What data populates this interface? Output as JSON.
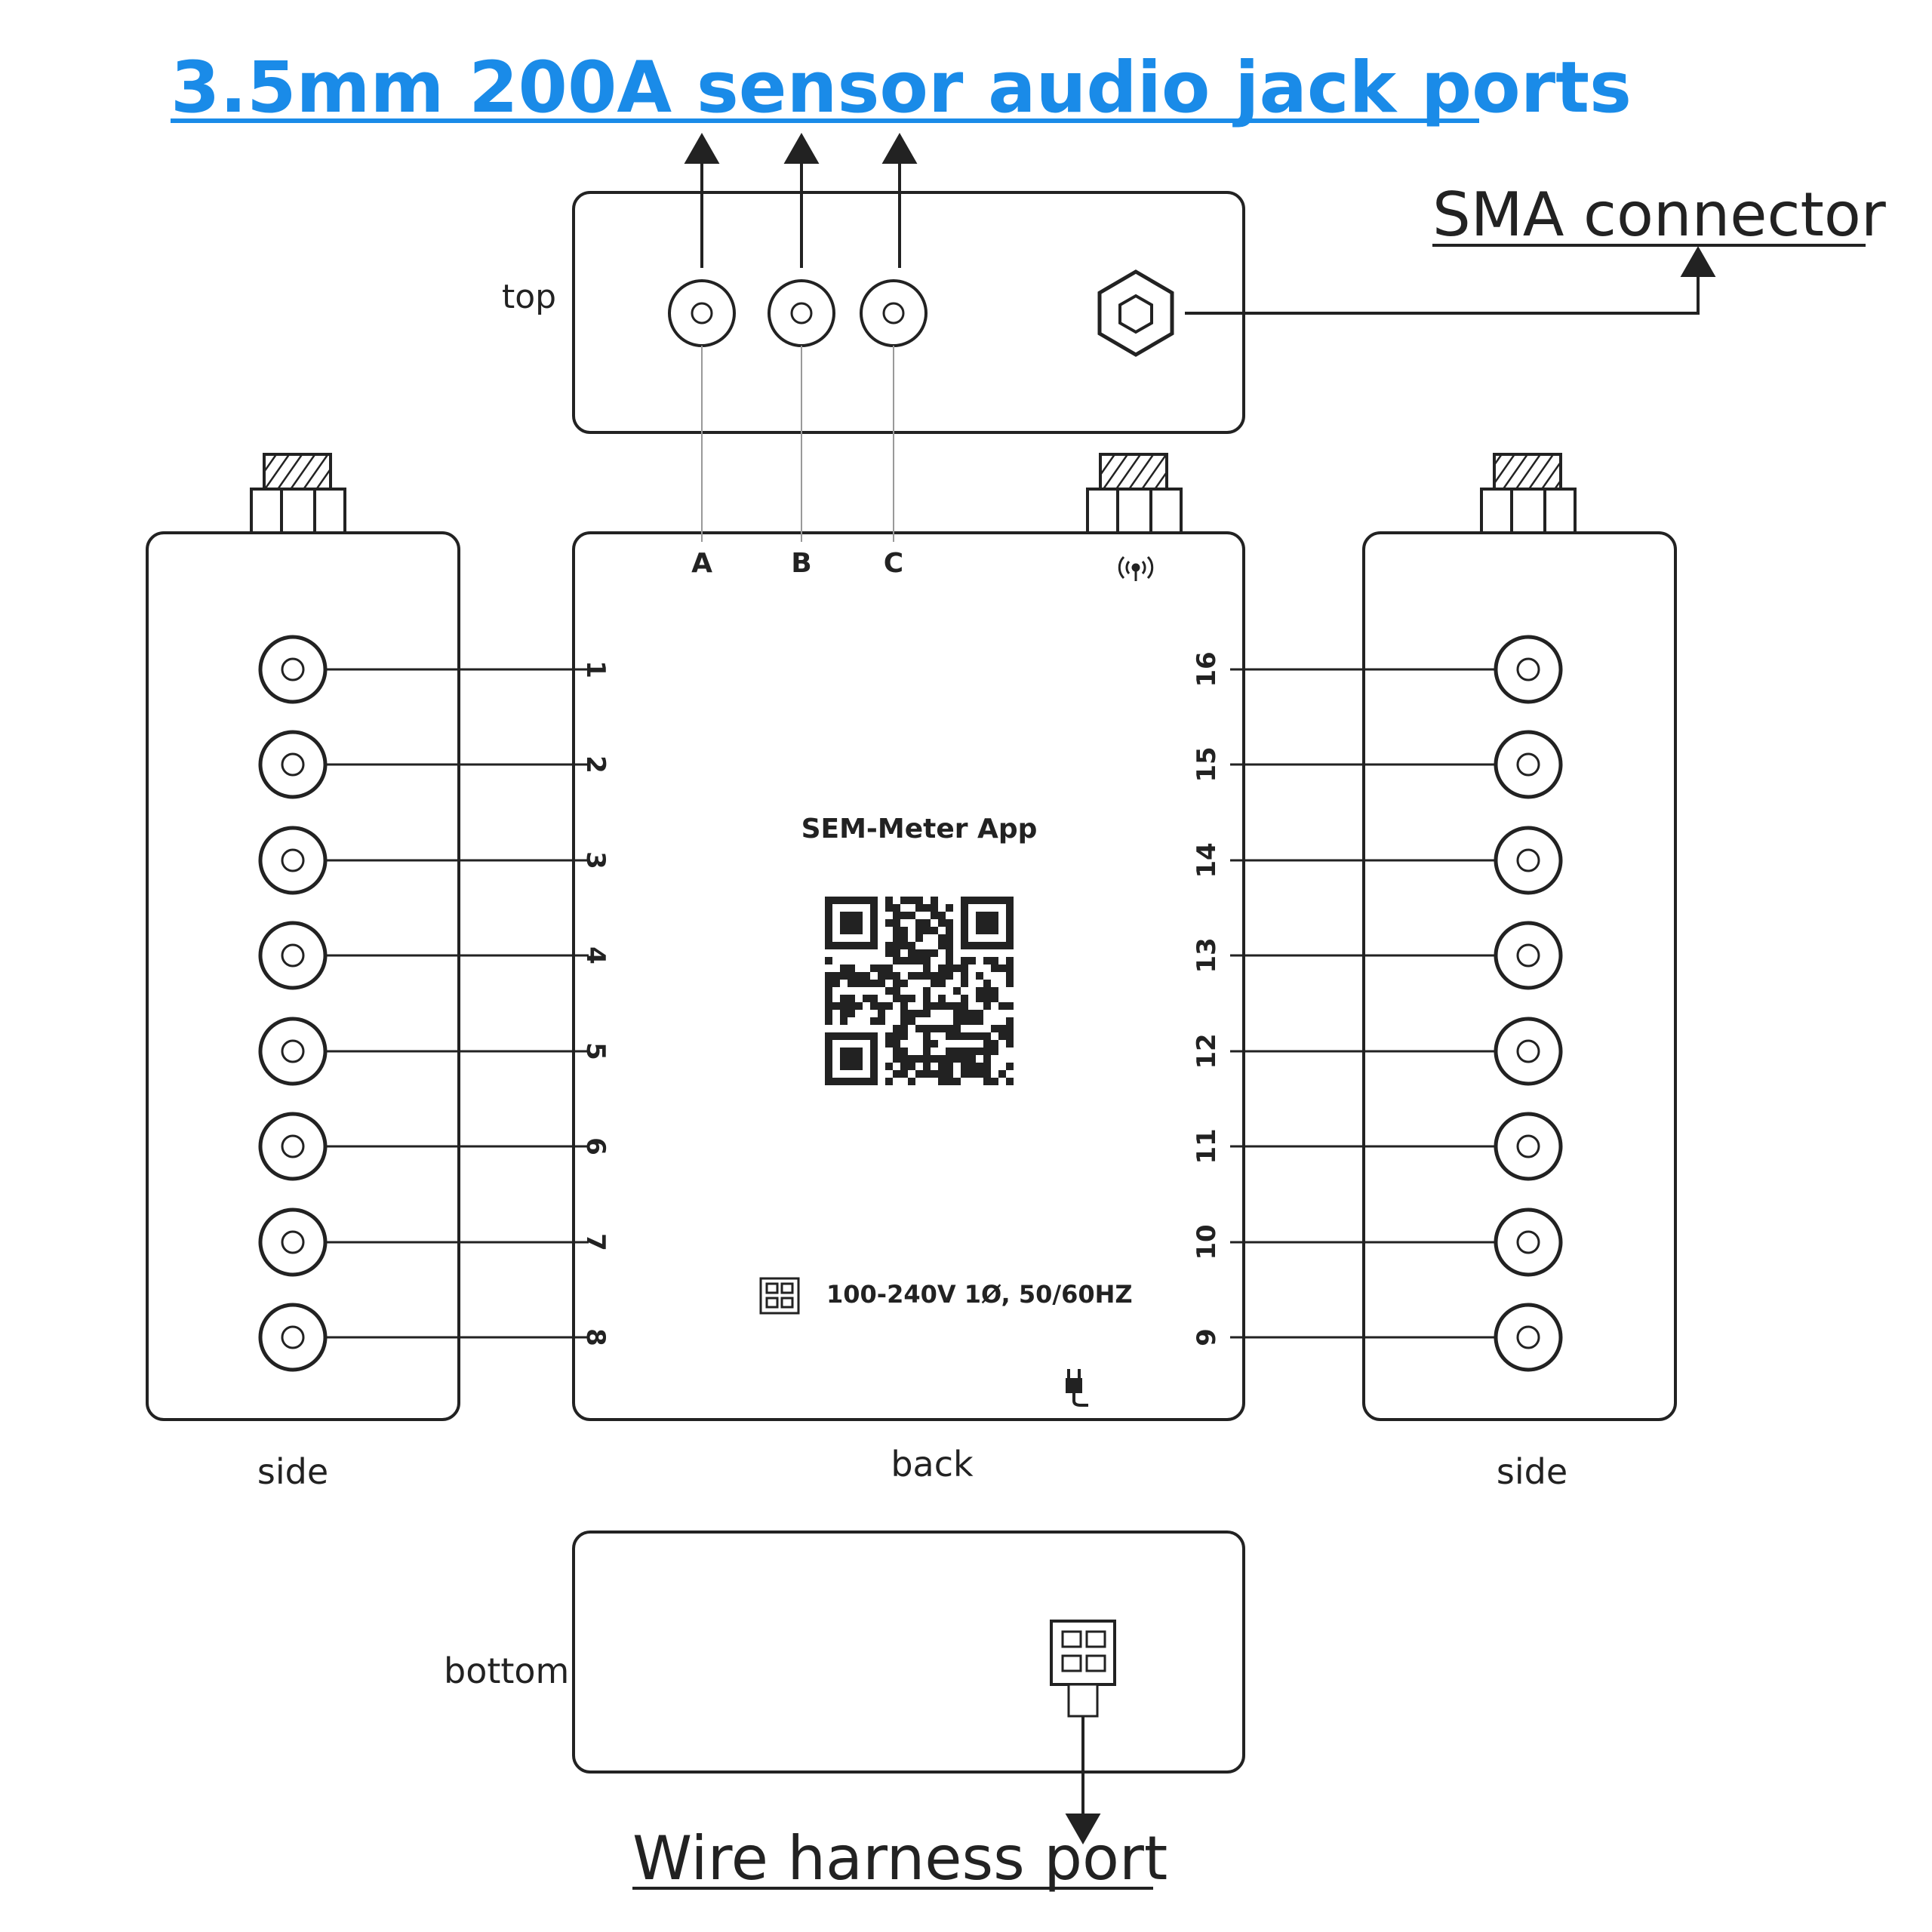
{
  "header": {
    "title": "3.5mm 200A sensor audio jack ports"
  },
  "callouts": {
    "sma": "SMA connector",
    "harness": "Wire harness port"
  },
  "views": {
    "top": "top",
    "side_left": "side",
    "back": "back",
    "side_right": "side",
    "bottom": "bottom"
  },
  "back_panel": {
    "app_name": "SEM-Meter App",
    "power_rating": "100-240V 1Ø, 50/60HZ",
    "phase_labels": [
      "A",
      "B",
      "C"
    ],
    "port_numbers_left": [
      "1",
      "2",
      "3",
      "4",
      "5",
      "6",
      "7",
      "8"
    ],
    "port_numbers_right": [
      "16",
      "15",
      "14",
      "13",
      "12",
      "11",
      "10",
      "9"
    ]
  },
  "icons": [
    "wifi-icon",
    "plug-icon",
    "connector-icon",
    "hex-nut-icon",
    "qr-code"
  ],
  "colors": {
    "title_blue": "#1a8be8",
    "line": "#222222"
  }
}
